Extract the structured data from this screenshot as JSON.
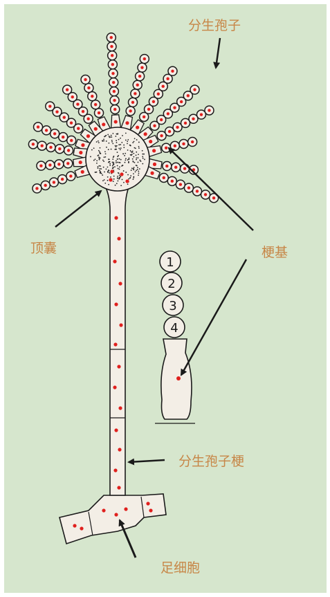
{
  "labels": {
    "conidia": "分生孢子",
    "sterigmata": "梗基",
    "vesicle": "顶囊",
    "conidiophore": "分生孢子梗",
    "foot_cell": "足细胞"
  },
  "chain_numbers": [
    "1",
    "2",
    "3",
    "4"
  ],
  "colors": {
    "background": "#d6e6cd",
    "label_text": "#c78647",
    "outline": "#1a1a1a",
    "cell_fill": "#f3eee6",
    "nucleus": "#e0201e"
  }
}
